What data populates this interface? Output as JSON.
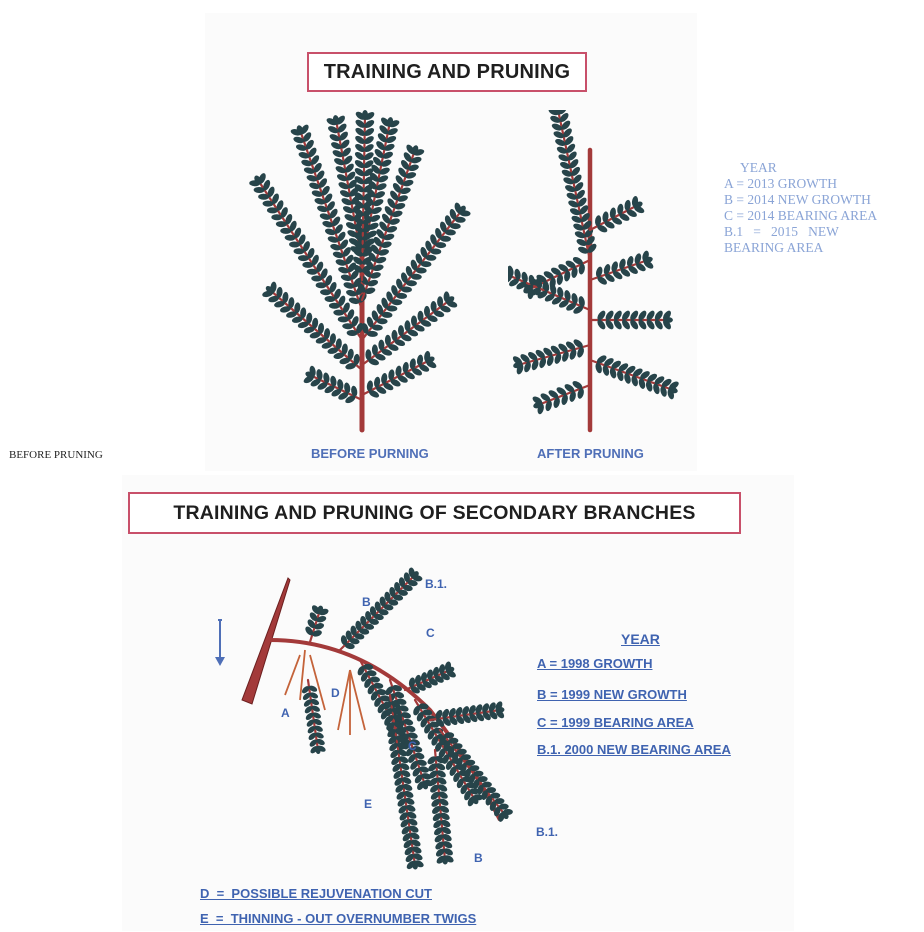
{
  "top_panel": {
    "title": "TRAINING AND PRUNING",
    "caption_before": "BEFORE PURNING",
    "caption_after": "AFTER PRUNING"
  },
  "side_legend": {
    "heading": "YEAR",
    "lines": [
      "A = 2013 GROWTH",
      "B = 2014 NEW GROWTH",
      "C = 2014 BEARING AREA",
      "B.1   =   2015   NEW",
      "BEARING AREA"
    ]
  },
  "left_label": "BEFORE PRUNING",
  "bottom_panel": {
    "title": "TRAINING AND PRUNING OF SECONDARY BRANCHES",
    "legend_heading": "YEAR",
    "legend": [
      "A = 1998 GROWTH",
      "B = 1999 NEW GROWTH",
      "C = 1999 BEARING AREA",
      "B.1. 2000 NEW BEARING AREA"
    ],
    "notes": [
      "D  =  POSSIBLE REJUVENATION CUT",
      "E  =  THINNING - OUT OVERNUMBER TWIGS"
    ],
    "branch_labels": {
      "b1_top": "B.1.",
      "b_top": "B",
      "c_top": "C",
      "a": "A",
      "d": "D",
      "c_mid": "C",
      "e": "E",
      "b1_bottom": "B.1.",
      "b_bottom": "B"
    }
  },
  "colors": {
    "stem": "#a33a3a",
    "leaf": "#27444a",
    "caption_blue": "#4f6fb7",
    "frame_pink": "#c8506a"
  }
}
